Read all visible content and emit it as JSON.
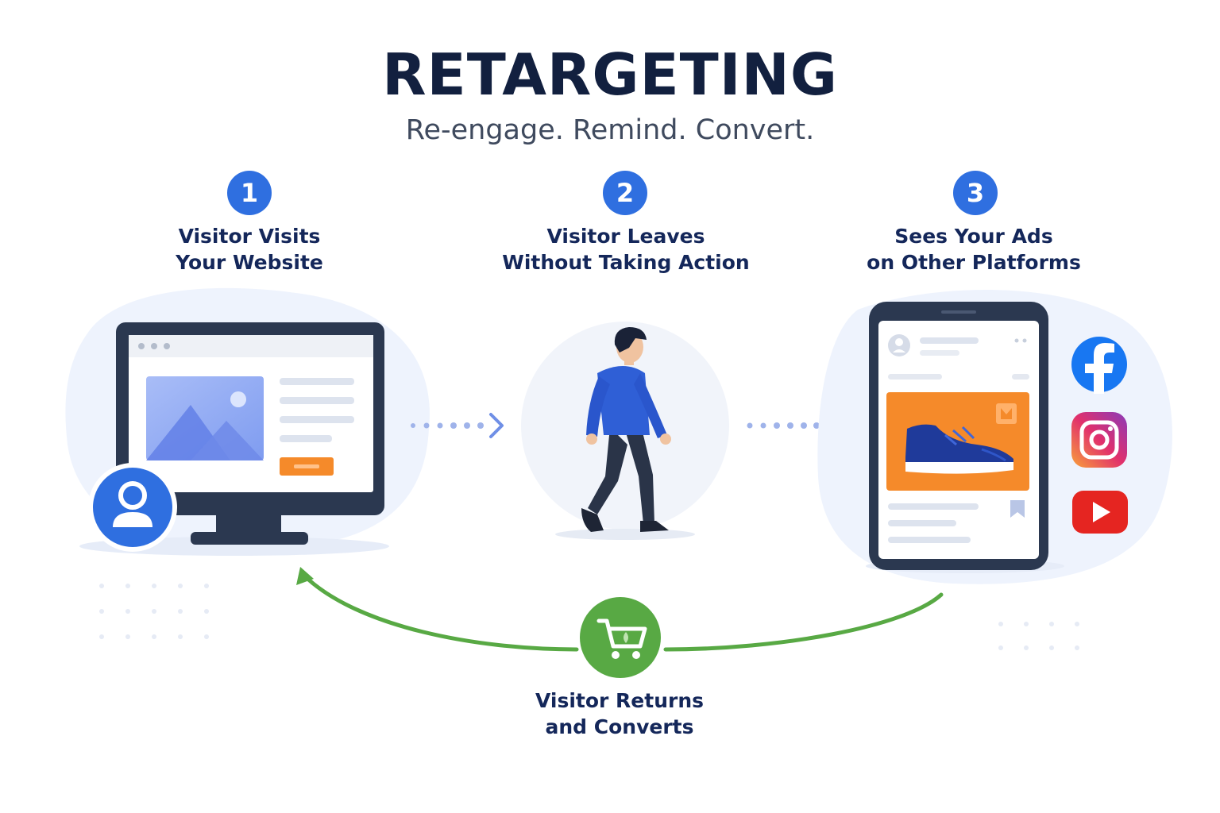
{
  "title": "RETARGETING",
  "subtitle": "Re-engage. Remind. Convert.",
  "steps": [
    {
      "number": "1",
      "line1": "Visitor Visits",
      "line2": "Your Website"
    },
    {
      "number": "2",
      "line1": "Visitor Leaves",
      "line2": "Without Taking Action"
    },
    {
      "number": "3",
      "line1": "Sees Your Ads",
      "line2": "on Other Platforms"
    }
  ],
  "final_step": {
    "line1": "Visitor Returns",
    "line2": "and Converts"
  },
  "icons": {
    "step1": [
      "monitor-icon",
      "user-avatar-icon",
      "image-placeholder-icon"
    ],
    "step2": [
      "walking-person-icon"
    ],
    "step3": [
      "phone-icon",
      "sneaker-icon",
      "facebook-icon",
      "instagram-icon",
      "youtube-icon",
      "bookmark-icon"
    ],
    "final": [
      "shopping-cart-icon"
    ]
  },
  "colors": {
    "primary_blue": "#2f6fe0",
    "navy": "#12203f",
    "ad_orange": "#f58a2a",
    "return_green": "#58a944",
    "facebook": "#1877f2",
    "youtube": "#e52521"
  }
}
